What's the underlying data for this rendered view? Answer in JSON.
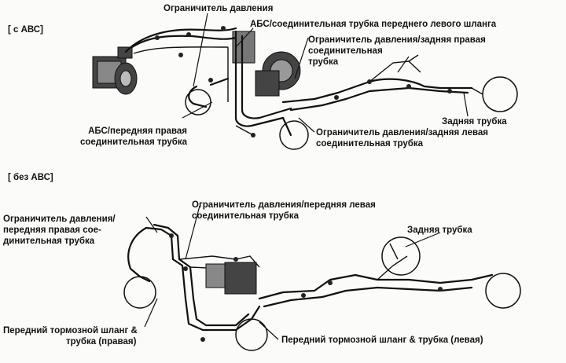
{
  "sections": {
    "with_abs": "[ с АВС]",
    "without_abs": "[ без АВС]"
  },
  "labels": {
    "pressure_limiter": "Ограничитель давления",
    "abs_front_left_tube": "АБС/соединительная трубка переднего левого шланга",
    "limiter_rear_right_1": "Ограничитель давления/задняя правая",
    "limiter_rear_right_2": "соединительная",
    "limiter_rear_right_3": "трубка",
    "abs_front_right_1": "АБС/передняя правая",
    "abs_front_right_2": "соединительная трубка",
    "rear_tube_top": "Задняя трубка",
    "limiter_rear_left_1": "Ограничитель давления/задняя левая",
    "limiter_rear_left_2": "соединительная трубка",
    "limiter_front_left_1": "Ограничитель давления/передняя левая",
    "limiter_front_left_2": "соединительная трубка",
    "limiter_front_right_1": "Ограничитель давления/",
    "limiter_front_right_2": "передняя правая сое-",
    "limiter_front_right_3": "динительная трубка",
    "rear_tube_bottom": "Задняя трубка",
    "front_hose_right_1": "Передний тормозной шланг &",
    "front_hose_right_2": "трубка (правая)",
    "front_hose_left": "Передний тормозной шланг & трубка (левая)"
  }
}
